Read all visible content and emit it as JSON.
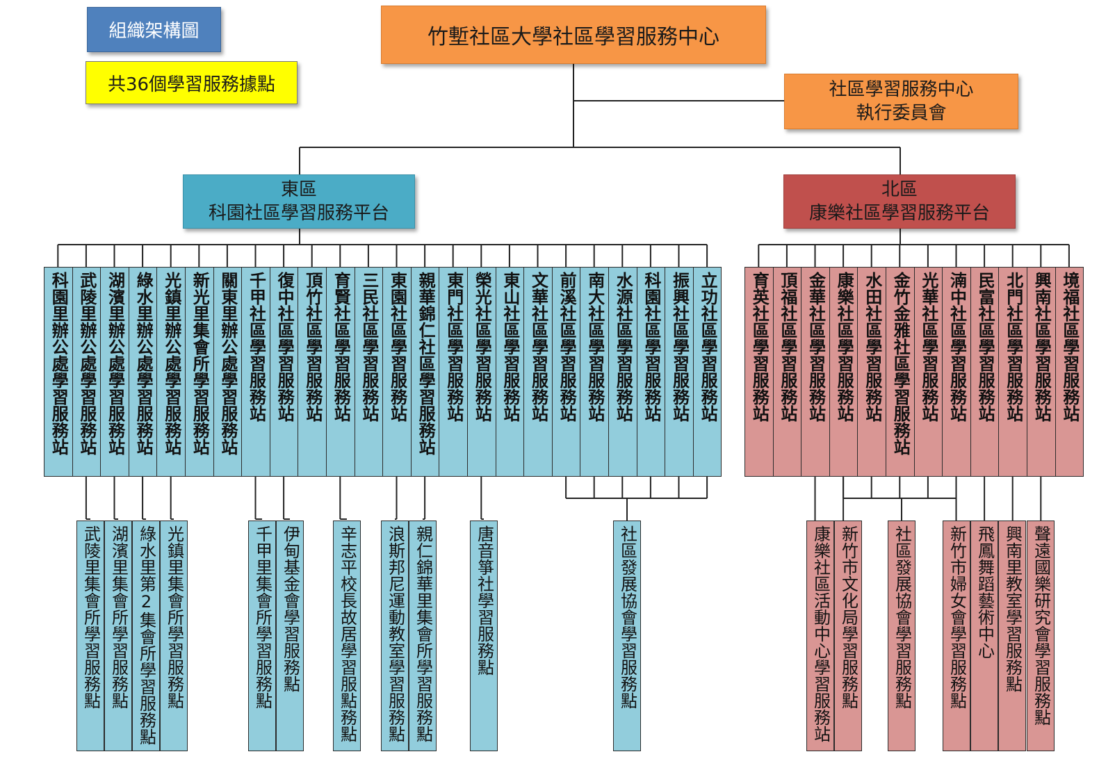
{
  "legend": {
    "title": "組織架構圖",
    "count_label": "共36個學習服務據點"
  },
  "center": {
    "name": "竹塹社區大學社區學習服務中心"
  },
  "committee": {
    "line1": "社區學習服務中心",
    "line2": "執行委員會"
  },
  "east": {
    "region": "東區",
    "platform": "科園社區學習服務平台",
    "stations": [
      "科園里辦公處學習服務站",
      "武陵里辦公處學習服務站",
      "湖濱里辦公處學習服務站",
      "綠水里辦公處學習服務站",
      "光鎮里辦公處學習服務站",
      "新光里集會所學習服務站",
      "關東里辦公處學習服務站",
      "千甲社區學習服務站",
      "復中社區學習服務站",
      "頂竹社區學習服務站",
      "育賢社區學習服務站",
      "三民社區學習服務站",
      "東園社區學習服務站",
      "親華錦仁社區學習服務站",
      "東門社區學習服務站",
      "榮光社區學習服務站",
      "東山社區學習服務站",
      "文華社區學習服務站",
      "前溪社區學習服務站",
      "南大社區學習服務站",
      "水源社區學習服務站",
      "科園社區學習服務站",
      "振興社區學習服務站",
      "立功社區學習服務站"
    ],
    "points": [
      "武陵里集會所學習服務點",
      "湖濱里集會所學習服務點",
      "綠水里第2集會所學習服務點",
      "光鎮里集會所學習服務點",
      "千甲里集會所學習服務點",
      "伊甸基金會學習服務點",
      "辛志平校長故居學習服點務點",
      "浪斯邦尼運動教室學習服務點",
      "親仁錦華里集會所學習服務點",
      "唐音箏社學習服務點",
      "社區發展協會學習服務點"
    ]
  },
  "north": {
    "region": "北區",
    "platform": "康樂社區學習服務平台",
    "stations": [
      "育英社區學習服務站",
      "頂福社區學習服務站",
      "金華社區學習服務站",
      "康樂社區學習服務站",
      "水田社區學習服務站",
      "金竹金雅社區學習服務站",
      "光華社區學習服務站",
      "湳中社區學習服務站",
      "民富社區學習服務站",
      "北門社區學習服務站",
      "興南社區學習服務站",
      "境福社區學習服務站"
    ],
    "points": [
      "康樂社區活動中心學習服務站",
      "新竹市文化局學習服務點",
      "社區發展協會學習服務點",
      "新竹市婦女會學習服務點",
      "飛鳳舞蹈藝術中心",
      "興南里教室學習服務點",
      "聲遠國樂研究會學習服務點"
    ]
  },
  "colors": {
    "orange": "#f79646",
    "blue_header": "#4bacc6",
    "red_header": "#c0504d",
    "east_fill": "#92cddc",
    "north_fill": "#d99694",
    "legend_blue": "#4f81bd",
    "legend_yellow": "#ffff00"
  }
}
